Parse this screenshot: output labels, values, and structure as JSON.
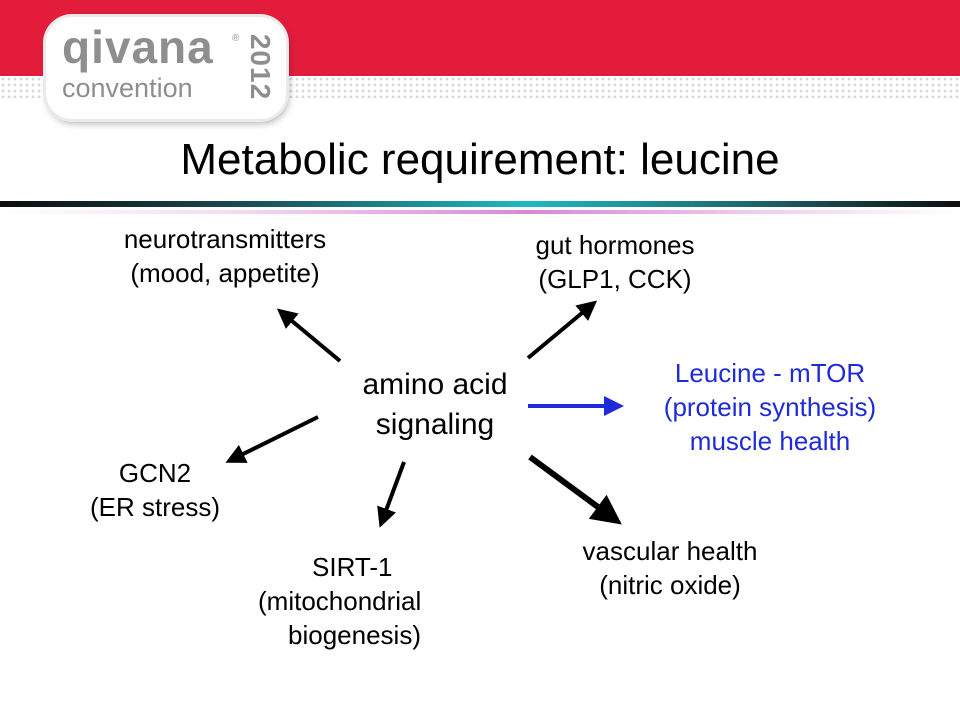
{
  "logo": {
    "brand": "qivana",
    "registered": "®",
    "subtitle": "convention",
    "year": "2012"
  },
  "title": "Metabolic requirement: leucine",
  "center": {
    "line1": "amino acid",
    "line2": "signaling"
  },
  "nodes": {
    "neurotransmitters": {
      "line1": "neurotransmitters",
      "line2": "(mood, appetite)"
    },
    "gut_hormones": {
      "line1": "gut hormones",
      "line2": "(GLP1, CCK)"
    },
    "leucine_mtor": {
      "line1": "Leucine - mTOR",
      "line2": "(protein synthesis)",
      "line3": "muscle health"
    },
    "gcn2": {
      "line1": "GCN2",
      "line2": "(ER stress)"
    },
    "sirt1": {
      "line1": "SIRT-1",
      "line2": "(mitochondrial",
      "line3": "biogenesis)"
    },
    "vascular": {
      "line1": "vascular health",
      "line2": "(nitric oxide)"
    }
  },
  "colors": {
    "header": "#e41c3c",
    "highlight": "#1f2bd6",
    "text": "#000000"
  }
}
